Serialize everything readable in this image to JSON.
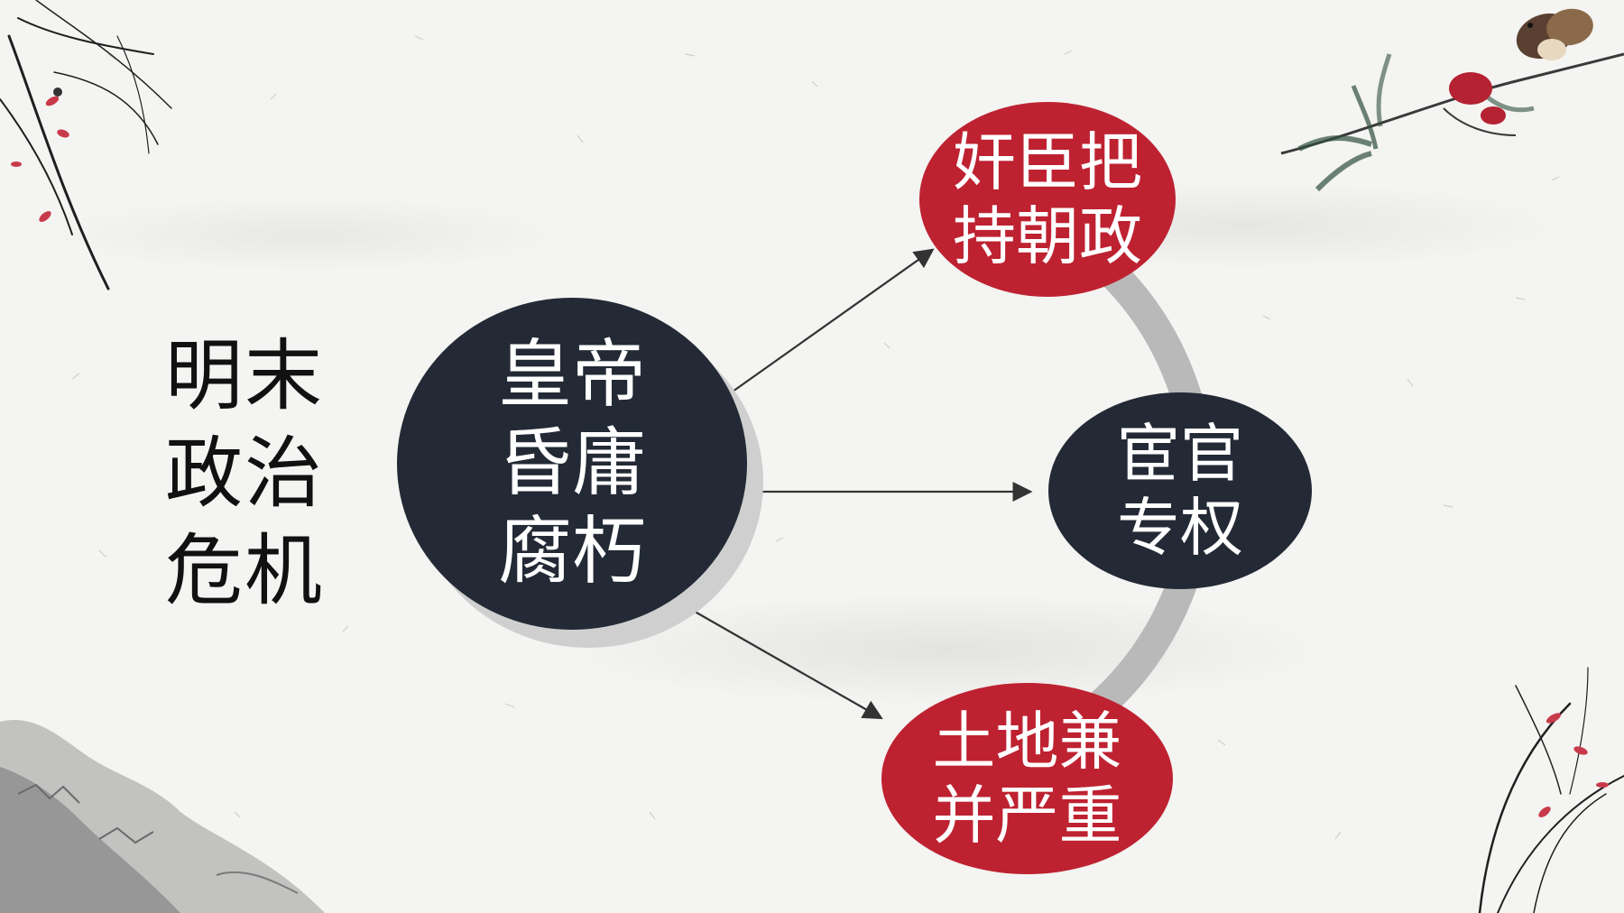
{
  "slide": {
    "title_lines": [
      "明末",
      "政治",
      "危机"
    ]
  },
  "diagram": {
    "center": {
      "lines": [
        "皇帝",
        "昏庸",
        "腐朽"
      ]
    },
    "outcomes": [
      {
        "id": "top",
        "lines": [
          "奸臣把",
          "持朝政"
        ]
      },
      {
        "id": "middle",
        "lines": [
          "宦官",
          "专权"
        ]
      },
      {
        "id": "bottom",
        "lines": [
          "土地兼",
          "并严重"
        ]
      }
    ]
  },
  "colors": {
    "dark_node": "#232a35",
    "red_node": "#be2231",
    "arc": "#b9b9b9",
    "arrow": "#333333",
    "background": "#f4f4f2"
  },
  "decorations": [
    "bamboo-branch-top-left",
    "bird-on-branch-top-right",
    "ink-mountains-bottom-left",
    "orchid-bottom-right"
  ]
}
